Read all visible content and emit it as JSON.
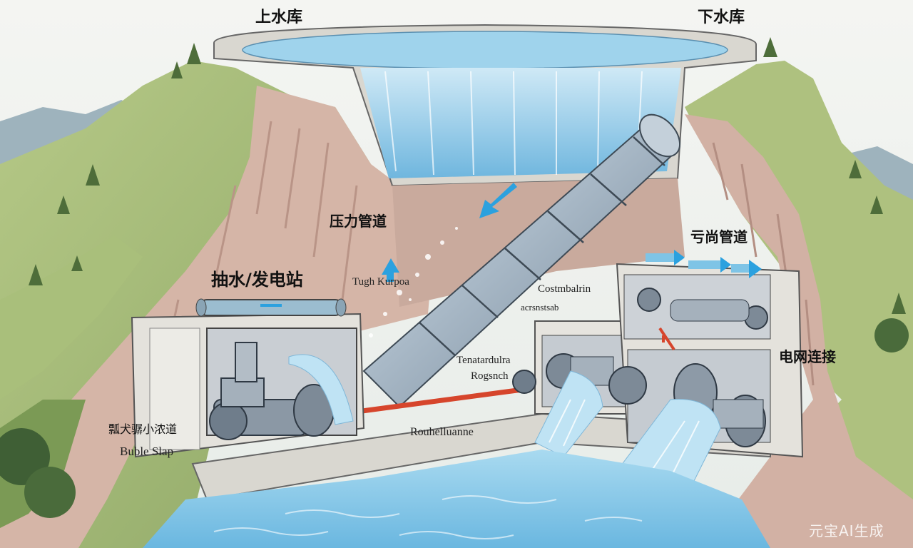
{
  "labels": {
    "upper_reservoir": "上水库",
    "lower_reservoir": "下水库",
    "penstock": "压力管道",
    "station": "抽水/发电站",
    "tailrace": "亏尚管道",
    "grid": "电网连接",
    "turbine_en": "Tugh Kurpoa",
    "control_en_1": "Costmbalrin",
    "control_en_2": "acrsnstsab",
    "generator_en_1": "Tenatardulra",
    "generator_en_2": "Rogsnch",
    "outflow_en": "Rouhelluanne",
    "left_cn": "瓢犬骣小浓道",
    "left_en": "Buble Slap"
  },
  "watermark": "元宝AI生成",
  "colors": {
    "water": "#8cc8e6",
    "pipe": "#b9c7d3",
    "grass": "#b8c98a",
    "rock": "#d4b3a6",
    "concrete": "#e4e2dc",
    "arrow": "#2ba1df",
    "hot_pipe": "#d6452c"
  },
  "icons": [
    "flow-arrow-icon",
    "pump-turbine-icon",
    "generator-icon"
  ]
}
